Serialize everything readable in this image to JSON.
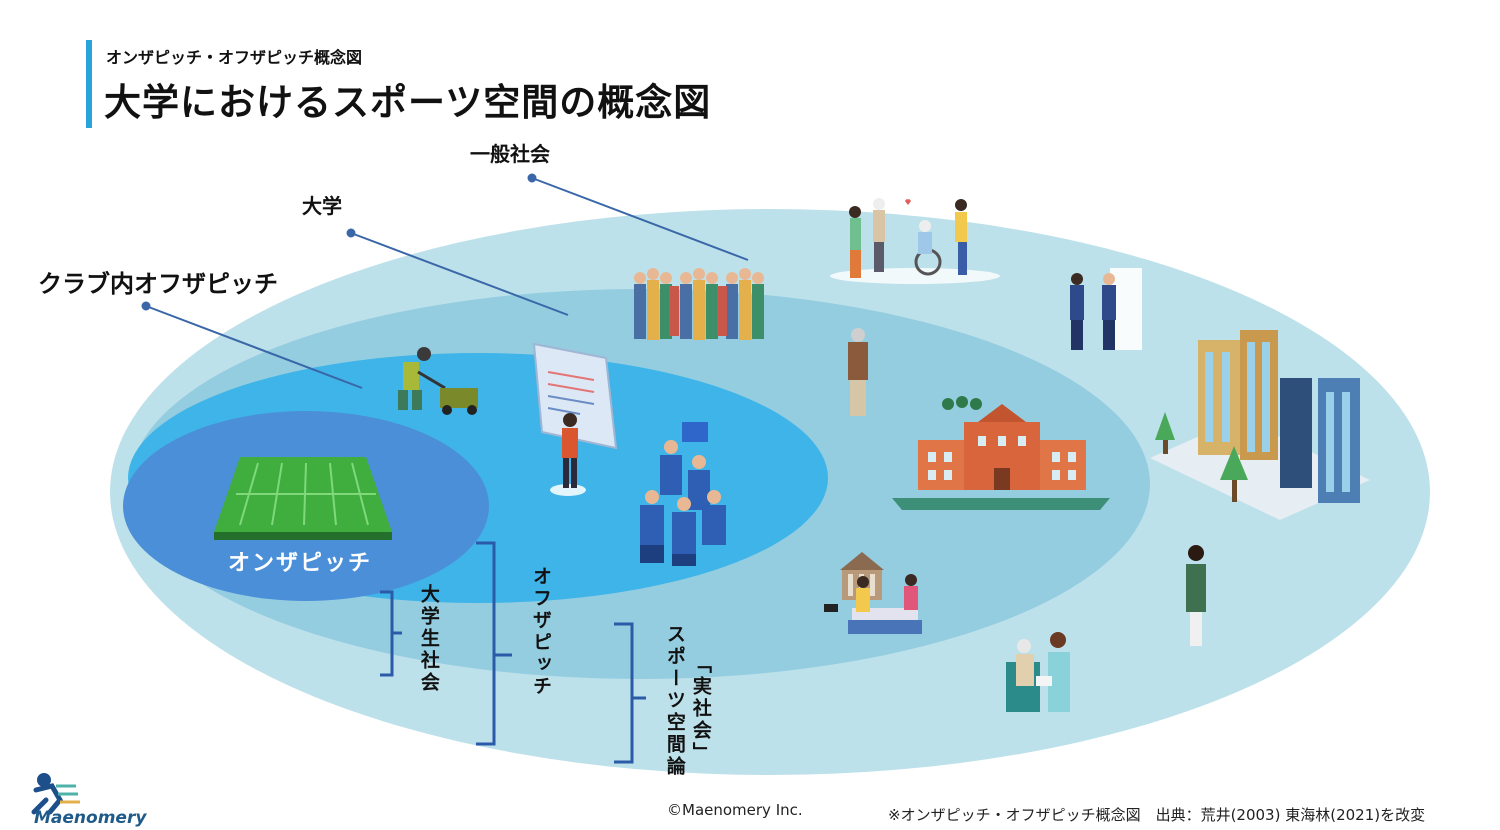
{
  "header": {
    "subtitle": "オンザピッチ・オフザピッチ概念図",
    "title": "大学におけるスポーツ空間の概念図"
  },
  "labels": {
    "general_society": "一般社会",
    "university": "大学",
    "club_off_pitch": "クラブ内オフザピッチ",
    "on_the_pitch": "オンザピッチ",
    "student_society": "大学生社会",
    "off_the_pitch": "オフザピッチ",
    "real_society_line1": "「実社会」",
    "real_society_line2": "スポーツ空間論"
  },
  "footer": {
    "copyright": "©Maenomery Inc.",
    "note": "※オンザピッチ・オフザピッチ概念図　出典：荒井(2003) 東海林(2021)を改変",
    "logo_name": "Maenomery"
  },
  "colors": {
    "outer_ellipse": "#b9dfe8",
    "university_ellipse": "#8fcbde",
    "club_ellipse": "#3fb2e6",
    "pitch_ellipse": "#4a8ed6",
    "accent_bar": "#29a3dc",
    "pointer_line": "#3a67a8",
    "bracket": "#2a5aa8",
    "field_green": "#3fae3f"
  },
  "icons": [
    "crowd-icon",
    "caregivers-icon",
    "handshake-icon",
    "professor-icon",
    "groundskeeper-icon",
    "presenter-icon",
    "cheering-fans-icon",
    "university-building-icon",
    "city-buildings-icon",
    "students-study-icon",
    "shop-clerk-icon",
    "nurse-patient-icon",
    "soccer-field-icon",
    "runner-logo-icon"
  ]
}
